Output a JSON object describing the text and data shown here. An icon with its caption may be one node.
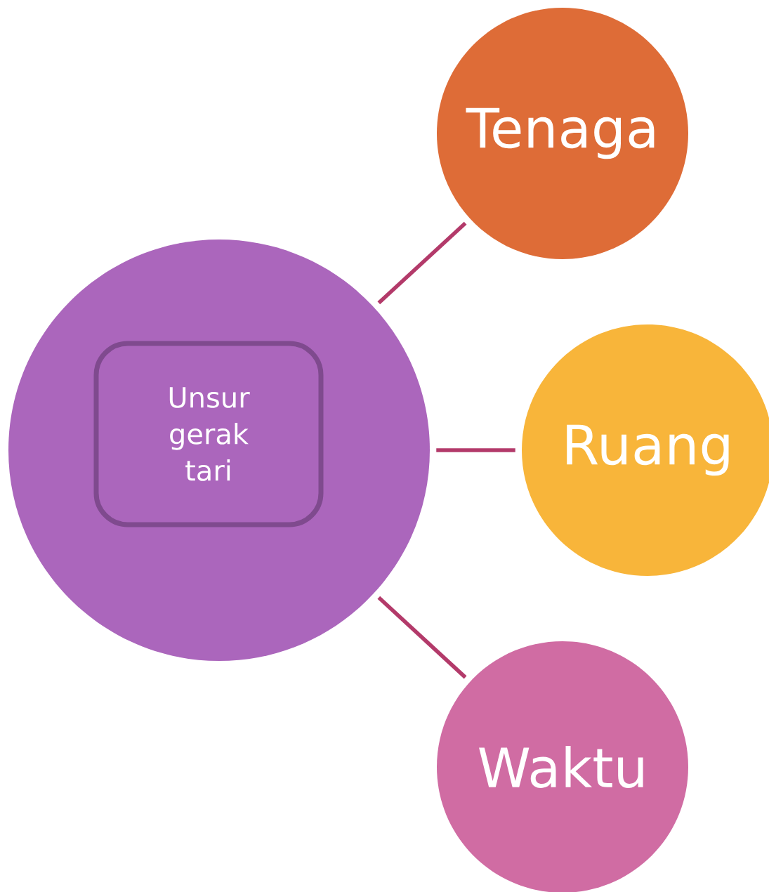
{
  "diagram": {
    "nodes": [
      {
        "text": [],
        "shape": "circle"
      },
      {
        "text": [
          "Unsur gerak tari"
        ],
        "in": 0
      },
      {
        "text": [
          "Tenaga"
        ]
      },
      {
        "text": [
          "Ruang"
        ]
      },
      {
        "text": [
          "Waktu"
        ]
      }
    ],
    "edges": [
      {
        "from": 0,
        "to": 2,
        "arrow": "none"
      },
      {
        "from": 0,
        "to": 3,
        "arrow": "none"
      },
      {
        "from": 0,
        "to": 4,
        "arrow": "none"
      }
    ]
  }
}
